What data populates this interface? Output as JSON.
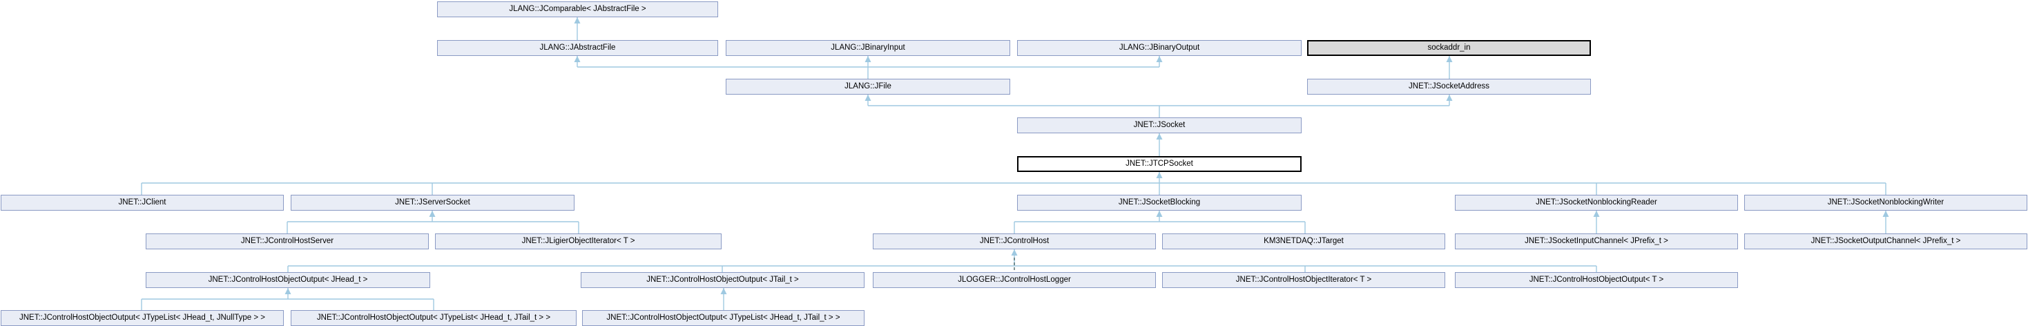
{
  "diagram": {
    "type": "class-inheritance-graph",
    "current_class": "JNET::JTCPSocket",
    "nodes": [
      {
        "label": "JLANG::JComparable< JAbstractFile >",
        "role": "base"
      },
      {
        "label": "JLANG::JAbstractFile",
        "role": "base"
      },
      {
        "label": "JLANG::JBinaryInput",
        "role": "base"
      },
      {
        "label": "JLANG::JBinaryOutput",
        "role": "base"
      },
      {
        "label": "sockaddr_in",
        "role": "external"
      },
      {
        "label": "JLANG::JFile",
        "role": "base"
      },
      {
        "label": "JNET::JSocketAddress",
        "role": "base"
      },
      {
        "label": "JNET::JSocket",
        "role": "base"
      },
      {
        "label": "JNET::JTCPSocket",
        "role": "current"
      },
      {
        "label": "JNET::JClient",
        "role": "derived"
      },
      {
        "label": "JNET::JServerSocket",
        "role": "derived"
      },
      {
        "label": "JNET::JSocketBlocking",
        "role": "derived"
      },
      {
        "label": "JNET::JSocketNonblockingReader",
        "role": "derived"
      },
      {
        "label": "JNET::JSocketNonblockingWriter",
        "role": "derived"
      },
      {
        "label": "JNET::JControlHostServer",
        "role": "derived"
      },
      {
        "label": "JNET::JLigierObjectIterator< T >",
        "role": "derived"
      },
      {
        "label": "JNET::JControlHost",
        "role": "derived"
      },
      {
        "label": "KM3NETDAQ::JTarget",
        "role": "derived"
      },
      {
        "label": "JNET::JSocketInputChannel< JPrefix_t >",
        "role": "derived"
      },
      {
        "label": "JNET::JSocketOutputChannel< JPrefix_t >",
        "role": "derived"
      },
      {
        "label": "JNET::JControlHostObjectOutput< JHead_t >",
        "role": "derived"
      },
      {
        "label": "JNET::JControlHostObjectOutput< JTail_t >",
        "role": "derived"
      },
      {
        "label": "JLOGGER::JControlHostLogger",
        "role": "derived"
      },
      {
        "label": "JNET::JControlHostObjectIterator< T >",
        "role": "derived"
      },
      {
        "label": "JNET::JControlHostObjectOutput< T >",
        "role": "derived"
      },
      {
        "label": "JNET::JControlHostObjectOutput< JTypeList< JHead_t, JNullType > >",
        "role": "derived"
      },
      {
        "label": "JNET::JControlHostObjectOutput< JTypeList< JHead_t, JTail_t > >",
        "role": "derived"
      },
      {
        "label": "JNET::JControlHostObjectOutput< JTypeList< JHead_t, JTail_t > >",
        "role": "derived"
      }
    ],
    "edges": [
      {
        "child": "JLANG::JAbstractFile",
        "parent": "JLANG::JComparable< JAbstractFile >",
        "style": "solid"
      },
      {
        "child": "JLANG::JFile",
        "parent": "JLANG::JAbstractFile",
        "style": "solid"
      },
      {
        "child": "JLANG::JFile",
        "parent": "JLANG::JBinaryInput",
        "style": "solid"
      },
      {
        "child": "JLANG::JFile",
        "parent": "JLANG::JBinaryOutput",
        "style": "solid"
      },
      {
        "child": "JNET::JSocketAddress",
        "parent": "sockaddr_in",
        "style": "solid"
      },
      {
        "child": "JNET::JSocket",
        "parent": "JLANG::JFile",
        "style": "solid"
      },
      {
        "child": "JNET::JSocket",
        "parent": "JNET::JSocketAddress",
        "style": "solid"
      },
      {
        "child": "JNET::JTCPSocket",
        "parent": "JNET::JSocket",
        "style": "solid"
      },
      {
        "child": "JNET::JClient",
        "parent": "JNET::JTCPSocket",
        "style": "solid"
      },
      {
        "child": "JNET::JServerSocket",
        "parent": "JNET::JTCPSocket",
        "style": "solid"
      },
      {
        "child": "JNET::JSocketBlocking",
        "parent": "JNET::JTCPSocket",
        "style": "solid"
      },
      {
        "child": "JNET::JSocketNonblockingReader",
        "parent": "JNET::JTCPSocket",
        "style": "solid"
      },
      {
        "child": "JNET::JSocketNonblockingWriter",
        "parent": "JNET::JTCPSocket",
        "style": "solid"
      },
      {
        "child": "JNET::JControlHostServer",
        "parent": "JNET::JServerSocket",
        "style": "solid"
      },
      {
        "child": "JNET::JLigierObjectIterator< T >",
        "parent": "JNET::JServerSocket",
        "style": "solid"
      },
      {
        "child": "JNET::JControlHost",
        "parent": "JNET::JSocketBlocking",
        "style": "solid"
      },
      {
        "child": "KM3NETDAQ::JTarget",
        "parent": "JNET::JSocketBlocking",
        "style": "solid"
      },
      {
        "child": "JNET::JSocketInputChannel< JPrefix_t >",
        "parent": "JNET::JSocketNonblockingReader",
        "style": "solid"
      },
      {
        "child": "JNET::JSocketOutputChannel< JPrefix_t >",
        "parent": "JNET::JSocketNonblockingWriter",
        "style": "solid"
      },
      {
        "child": "JNET::JControlHostObjectOutput< JHead_t >",
        "parent": "JNET::JControlHost",
        "style": "solid"
      },
      {
        "child": "JNET::JControlHostObjectOutput< JTail_t >",
        "parent": "JNET::JControlHost",
        "style": "solid"
      },
      {
        "child": "JLOGGER::JControlHostLogger",
        "parent": "JNET::JControlHost",
        "style": "dashed"
      },
      {
        "child": "JNET::JControlHostObjectIterator< T >",
        "parent": "JNET::JControlHost",
        "style": "solid"
      },
      {
        "child": "JNET::JControlHostObjectOutput< T >",
        "parent": "JNET::JControlHost",
        "style": "solid"
      },
      {
        "child": "JNET::JControlHostObjectOutput< JTypeList< JHead_t, JNullType > >",
        "parent": "JNET::JControlHostObjectOutput< JHead_t >",
        "style": "solid"
      },
      {
        "child": "JNET::JControlHostObjectOutput< JTypeList< JHead_t, JTail_t > > (1)",
        "parent": "JNET::JControlHostObjectOutput< JHead_t >",
        "style": "solid"
      },
      {
        "child": "JNET::JControlHostObjectOutput< JTypeList< JHead_t, JTail_t > > (2)",
        "parent": "JNET::JControlHostObjectOutput< JTail_t >",
        "style": "solid"
      }
    ]
  },
  "colors": {
    "node_fill": "#E9EDF6",
    "node_border": "#8A9AC4",
    "current_node_fill": "#FFFFFF",
    "current_node_border": "#000000",
    "external_node_fill": "#D9D9D9",
    "edge": "#9FC9E1",
    "dashed_edge": "#2F4F4F",
    "text": "#000000",
    "background": "#FFFFFF"
  }
}
